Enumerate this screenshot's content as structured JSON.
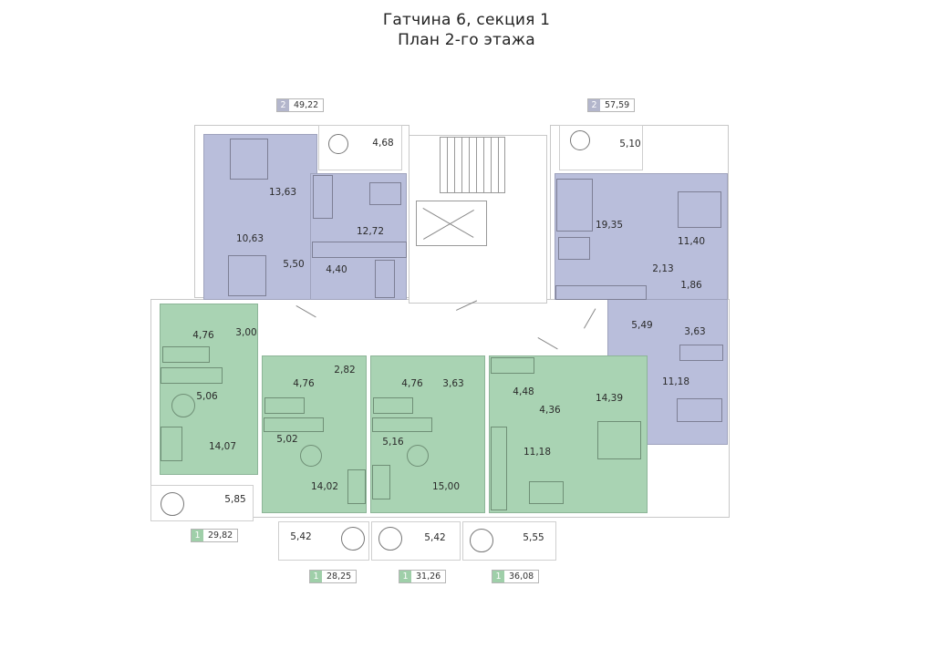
{
  "header": {
    "title": "Гатчина 6, секция 1",
    "subtitle": "План 2-го этажа"
  },
  "colors": {
    "two_room": "#b9bedb",
    "one_room": "#a9d3b3",
    "wall": "#c8c8c8"
  },
  "apartments": [
    {
      "id": "apt-nw",
      "rooms_count": "2",
      "total_area": "49,22",
      "color": "purple",
      "rooms": [
        "13,63",
        "12,72",
        "10,63",
        "5,50",
        "4,40",
        "4,68"
      ]
    },
    {
      "id": "apt-ne",
      "rooms_count": "2",
      "total_area": "57,59",
      "color": "purple",
      "rooms": [
        "19,35",
        "11,40",
        "2,13",
        "1,86",
        "5,49",
        "3,63",
        "11,18",
        "5,10"
      ]
    },
    {
      "id": "apt-sw",
      "rooms_count": "1",
      "total_area": "29,82",
      "color": "green",
      "rooms": [
        "4,76",
        "3,00",
        "5,06",
        "14,07",
        "5,85"
      ]
    },
    {
      "id": "apt-s1",
      "rooms_count": "1",
      "total_area": "28,25",
      "color": "green",
      "rooms": [
        "4,76",
        "2,82",
        "5,02",
        "14,02",
        "5,42"
      ]
    },
    {
      "id": "apt-s2",
      "rooms_count": "1",
      "total_area": "31,26",
      "color": "green",
      "rooms": [
        "4,76",
        "3,63",
        "5,16",
        "15,00",
        "5,42"
      ]
    },
    {
      "id": "apt-se",
      "rooms_count": "1",
      "total_area": "36,08",
      "color": "green",
      "rooms": [
        "4,48",
        "4,36",
        "14,39",
        "11,18",
        "5,55"
      ]
    }
  ]
}
